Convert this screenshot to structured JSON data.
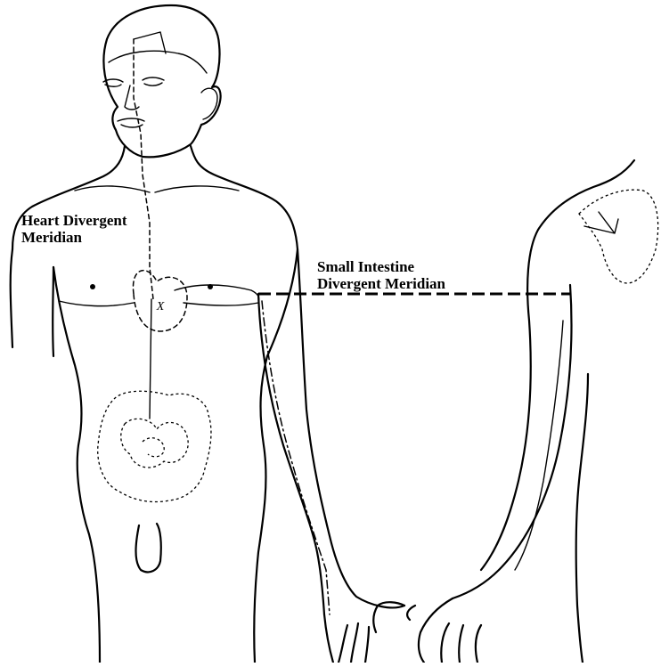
{
  "labels": {
    "heart_line1": "Heart Divergent",
    "heart_line2": "Meridian",
    "si_line1": "Small Intestine",
    "si_line2": "Divergent Meridian",
    "heart_point": "X"
  },
  "colors": {
    "background": "#ffffff",
    "ink": "#000000"
  }
}
